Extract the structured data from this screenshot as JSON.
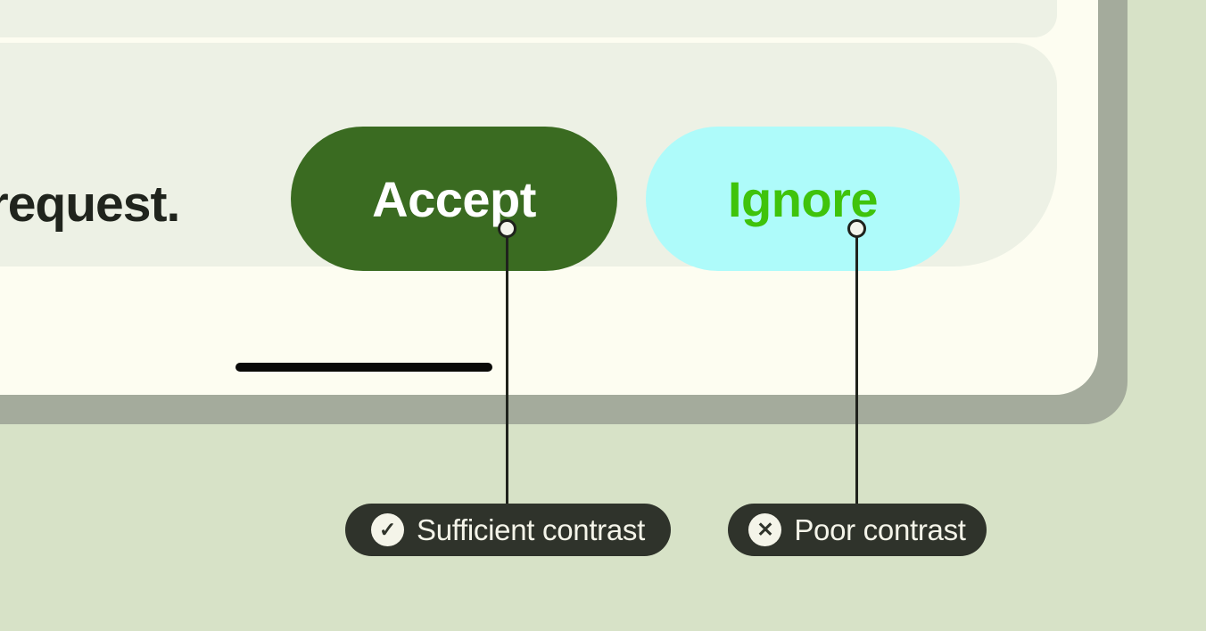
{
  "mockup": {
    "message_fragment": "a request.",
    "buttons": [
      {
        "label": "Accept",
        "background": "#3a6b21",
        "text_color": "#ffffff"
      },
      {
        "label": "Ignore",
        "background": "#aefbfa",
        "text_color": "#3fc30b"
      }
    ]
  },
  "annotations": [
    {
      "icon": "check-circle",
      "glyph": "✓",
      "label": "Sufficient contrast"
    },
    {
      "icon": "x-circle",
      "glyph": "✕",
      "label": "Poor contrast"
    }
  ],
  "colors": {
    "page_background": "#d7e2c7",
    "card_background": "#fdfdf1",
    "card_shadow": "#a4ab9c",
    "panel_background": "#edf1e5",
    "accept_button": "#3a6b21",
    "accept_text": "#ffffff",
    "ignore_button": "#aefbfa",
    "ignore_text": "#3fc30b",
    "annotation_background": "#2f332b",
    "annotation_text": "#f4f4e9",
    "message_text": "#20241d",
    "home_bar": "#0a0a08",
    "connector": "#1f221c"
  }
}
